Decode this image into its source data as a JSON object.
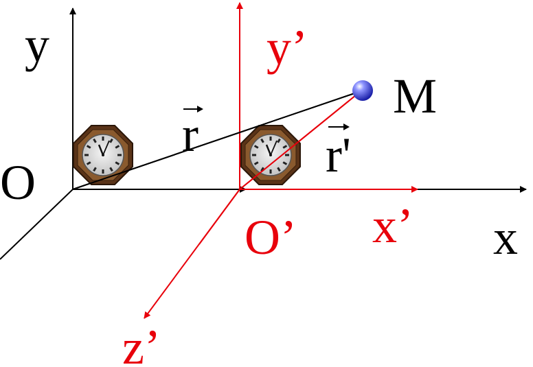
{
  "labels": {
    "y": "y",
    "O": "O",
    "x": "x",
    "r_vec": "r",
    "y_prime": "y’",
    "O_prime": "O’",
    "x_prime": "x’",
    "z_prime": "z’",
    "r_prime_vec": "r'",
    "M": "M"
  },
  "colors": {
    "fixed_frame": "#000000",
    "moving_frame": "#e8000b",
    "point_M": "#4a4fd8"
  },
  "icons": [
    "clock-icon",
    "clock-icon"
  ]
}
